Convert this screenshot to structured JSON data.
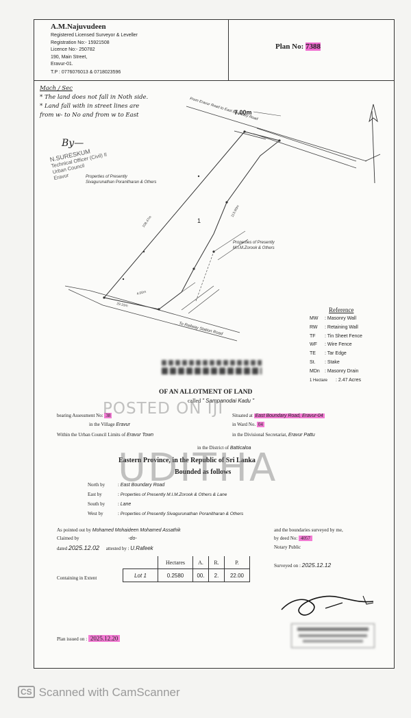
{
  "header": {
    "surveyor_name": "A.M.Najuvudeen",
    "lines": [
      "Registered Licensed Surveyor & Leveller",
      "Registration No:- 15921508",
      "Licence No:- 250782",
      "190, Main Street,",
      "Eravur-01.",
      "T.P : 0776076013 & 0718023596"
    ],
    "plan_label": "Plan No:",
    "plan_no": "7388"
  },
  "handwritten_note": {
    "title": "Mach / Sec",
    "lines": [
      "* The land does not fall in Noth side.",
      "* Land fall with in street lines are",
      "  from w- to No and from w to East"
    ]
  },
  "tech_stamp": [
    "N.SURESKUM",
    "Technical Officer (Civil) II",
    "Urban Council",
    "Eravur"
  ],
  "map_labels": {
    "west_property": "Properties of Presently\nSivagurunathan Poranitharan & Others",
    "east_property": "Properties of Presently\nM.I.M.Zorook & Others",
    "top_road": "From Eravur Road to East Boundary Road",
    "railway_road": "To Railway Station Road",
    "lot": "1",
    "width": "7.00m"
  },
  "reference": {
    "title": "Reference",
    "items": [
      {
        "code": "MW",
        "desc": "Masonry Wall"
      },
      {
        "code": "RW",
        "desc": "Retaining Wall"
      },
      {
        "code": "TF",
        "desc": "Tin Sheet Fence"
      },
      {
        "code": "WF",
        "desc": "Wire Fence"
      },
      {
        "code": "TE",
        "desc": "Tar Edge"
      },
      {
        "code": "St.",
        "desc": "Stake"
      },
      {
        "code": "MDn",
        "desc": "Masonry Drain"
      },
      {
        "code": "1 Hectare",
        "desc": "2.47 Acres"
      }
    ]
  },
  "title_block": {
    "of_an": "OF AN ALLOTMENT OF LAND",
    "called_label": "called",
    "called_value": "\" Sampanodai Kadu \""
  },
  "details": {
    "assessment_label": "bearing Assessment No:",
    "assessment_value": "38",
    "situated_label": "Situated at",
    "situated_value": "East Boundary Road, Eravur-04",
    "village_label": "in the Village",
    "village_value": "Eravur",
    "ward_label": "in Ward No.",
    "ward_value": "04",
    "uc_label": "Within the Urban Council Limits of",
    "uc_value": "Eravur Town",
    "ds_label": "in the Divisional Secretariat,",
    "ds_value": "Eravur Pattu",
    "district_label": "in the District of",
    "district_value": "Batticaloa",
    "province": "Eastern Province, in the Republic of Sri Lanka",
    "bounded": "Bounded as follows"
  },
  "bounds": [
    {
      "label": "North by",
      "value": "East Boundary Road"
    },
    {
      "label": "East by",
      "value": "Properties of Presently M.I.M.Zorook & Others & Lane"
    },
    {
      "label": "South by",
      "value": "Lane"
    },
    {
      "label": "West by",
      "value": "Properties of Presently Sivagurunathan Poranitharan & Others"
    }
  ],
  "pointed_out": {
    "label": "As pointed out by",
    "value": "Mohamed Mohaideen Mohamed Assathik",
    "claimed_label": "Claimed by",
    "claimed_value": "-do-",
    "dated_label": "dated",
    "dated_value": "2025.12.02",
    "attested_label": "attested by :",
    "attested_value": "U.Rafeek",
    "boundaries_text": "and the boundaries surveyed by me,",
    "deed_label": "by deed No:",
    "deed_value": "4057",
    "notary": "Notary Public",
    "surveyed_label": "Surveyed on :",
    "surveyed_value": "2025.12.12"
  },
  "extent": {
    "label": "Containing in Extent",
    "headers": [
      "",
      "Hectares",
      "A.",
      "R.",
      "P."
    ],
    "row": [
      "Lot 1",
      "0.2580",
      "00.",
      "2.",
      "22.00"
    ]
  },
  "plan_issued": {
    "label": "Plan issued on :",
    "value": "2025.12.20"
  },
  "watermark": {
    "line1": "POSTED ON IJI",
    "line2": "UDITHA"
  },
  "footer": {
    "logo": "CS",
    "text": "Scanned with CamScanner"
  },
  "colors": {
    "highlight": "#f06bd0",
    "ink": "#222222"
  }
}
